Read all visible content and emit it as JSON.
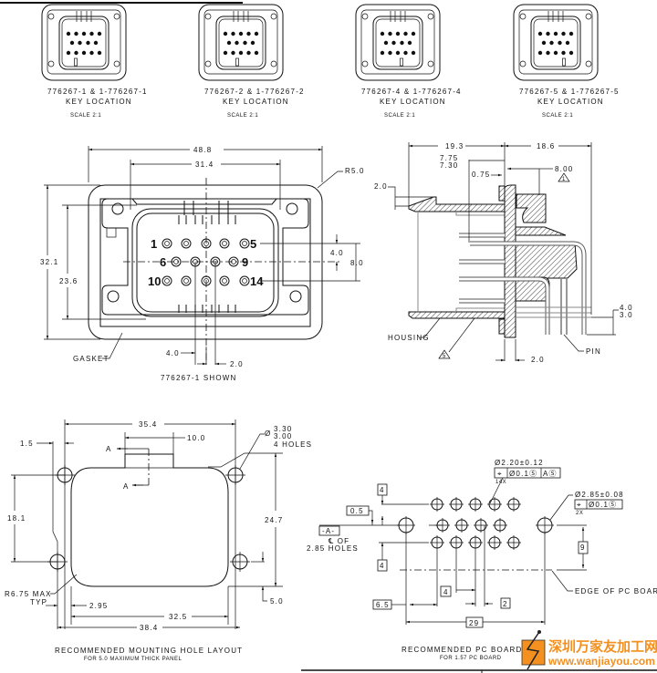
{
  "thumbnails": [
    {
      "part": "776267-1 & 1-776267-1",
      "key": "KEY LOCATION",
      "scale": "SCALE 2:1"
    },
    {
      "part": "776267-2 & 1-776267-2",
      "key": "KEY LOCATION",
      "scale": "SCALE 2:1"
    },
    {
      "part": "776267-4 & 1-776267-4",
      "key": "KEY LOCATION",
      "scale": "SCALE 2:1"
    },
    {
      "part": "776267-5 & 1-776267-5",
      "key": "KEY LOCATION",
      "scale": "SCALE 2:1"
    }
  ],
  "pin_labels": {
    "p1": "1",
    "p5": "5",
    "p6": "6",
    "p9": "9",
    "p10": "10",
    "p14": "14"
  },
  "front_view": {
    "width_overall": "48.8",
    "width_inner": "31.4",
    "radius": "R5.0",
    "height_overall": "32.1",
    "height_inner": "23.6",
    "row_pitch": "4.0",
    "row_span": "8.0",
    "col_pitch": "4.0",
    "col_offset": "2.0",
    "gasket": "GASKET",
    "caption": "776267-1 SHOWN"
  },
  "side_view": {
    "depth_front": "19.3",
    "depth_rear": "18.6",
    "tol_hi": "7.75",
    "tol_lo": "7.30",
    "gap": "0.75",
    "latch": "8.00",
    "note1": "1",
    "latch_height": "2.0",
    "flange": "2.0",
    "pin_hi": "4.0",
    "pin_lo": "3.0",
    "housing": "HOUSING",
    "pin": "PIN",
    "note5": "5"
  },
  "mounting": {
    "width_holes": "35.4",
    "key_width": "10.0",
    "offset": "1.5",
    "section_a1": "A",
    "section_a2": "A",
    "dia_symbol": "Ø",
    "dia_hi": "3.30",
    "dia_lo": "3.00",
    "holes": "4 HOLES",
    "height_holes": "18.1",
    "height_cutout": "24.7",
    "radius": "R6.75 MAX",
    "typ": "TYP",
    "edge": "2.95",
    "cutout_width": "32.5",
    "overall_width": "38.4",
    "bottom": "5.0",
    "title": "RECOMMENDED MOUNTING HOLE LAYOUT",
    "subtitle": "FOR 5.0 MAXIMUM THICK PANEL"
  },
  "pcb": {
    "pin_hole": "Ø2.20±0.12",
    "fcf1_sym": "⌖",
    "fcf1_tol": "Ø0.1Ⓢ",
    "fcf1_ref": "AⓈ",
    "count1": "14X",
    "mount_hole": "Ø2.85±0.08",
    "fcf2_sym": "⌖",
    "fcf2_tol": "Ø0.1Ⓢ",
    "count2": "2X",
    "row_top": "4",
    "offset": "0.5",
    "datum": "-A-",
    "cl_of": "℄ OF",
    "cl_holes": "2.85 HOLES",
    "row_bottom": "4",
    "edge_dist": "9",
    "edge_label": "EDGE OF PC BOARD",
    "col_pitch": "4",
    "first_col": "6.5",
    "stagger": "2",
    "span": "29",
    "title": "RECOMMENDED PC BOARD",
    "subtitle": "FOR 1.57 PC BOARD"
  },
  "watermark": {
    "cn": "深圳万家友加工网",
    "url": "www.wanjiayou.com"
  }
}
